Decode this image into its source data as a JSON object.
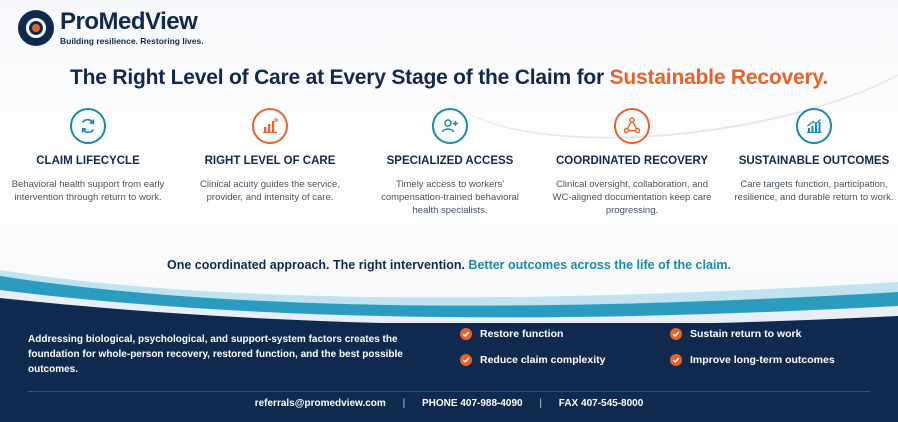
{
  "brand": {
    "name_pro": "ProMed",
    "name_view": "View",
    "tagline": "Building resilience. Restoring lives.",
    "colors": {
      "navy": "#10294f",
      "orange": "#e8622a",
      "teal": "#1a8aa8"
    }
  },
  "headline": {
    "main": "The Right Level of Care at Every Stage of the Claim for ",
    "accent": "Sustainable Recovery."
  },
  "features": [
    {
      "icon": "refresh-cycle-icon",
      "color": "teal",
      "title": "CLAIM LIFECYCLE",
      "desc": "Behavioral health support from early intervention through return to work."
    },
    {
      "icon": "bar-chart-icon",
      "color": "orange",
      "title": "RIGHT LEVEL OF CARE",
      "desc": "Clinical acuity guides the service, provider, and intensity of care."
    },
    {
      "icon": "person-plus-icon",
      "color": "teal",
      "title": "SPECIALIZED ACCESS",
      "desc": "Timely access to workers' compensation-trained behavioral health specialists."
    },
    {
      "icon": "network-triangle-icon",
      "color": "orange",
      "title": "COORDINATED RECOVERY",
      "desc": "Clinical oversight, collaboration, and WC-aligned documentation keep care progressing."
    },
    {
      "icon": "growth-chart-icon",
      "color": "teal",
      "title": "SUSTAINABLE OUTCOMES",
      "desc": "Care targets function, participation, resilience, and durable return to work."
    }
  ],
  "tagline": {
    "main": "One coordinated approach. The right intervention. ",
    "accent": "Better outcomes across the life of the claim."
  },
  "footer": {
    "statement": "Addressing biological, psychological, and support-system factors creates the foundation for whole-person recovery, restored function, and the best possible outcomes.",
    "bullets": [
      "Restore function",
      "Sustain return to work",
      "Reduce claim complexity",
      "Improve long-term outcomes"
    ],
    "email": "referrals@promedview.com",
    "phone": "PHONE 407-988-4090",
    "fax": "FAX 407-545-8000",
    "separator": "|"
  }
}
